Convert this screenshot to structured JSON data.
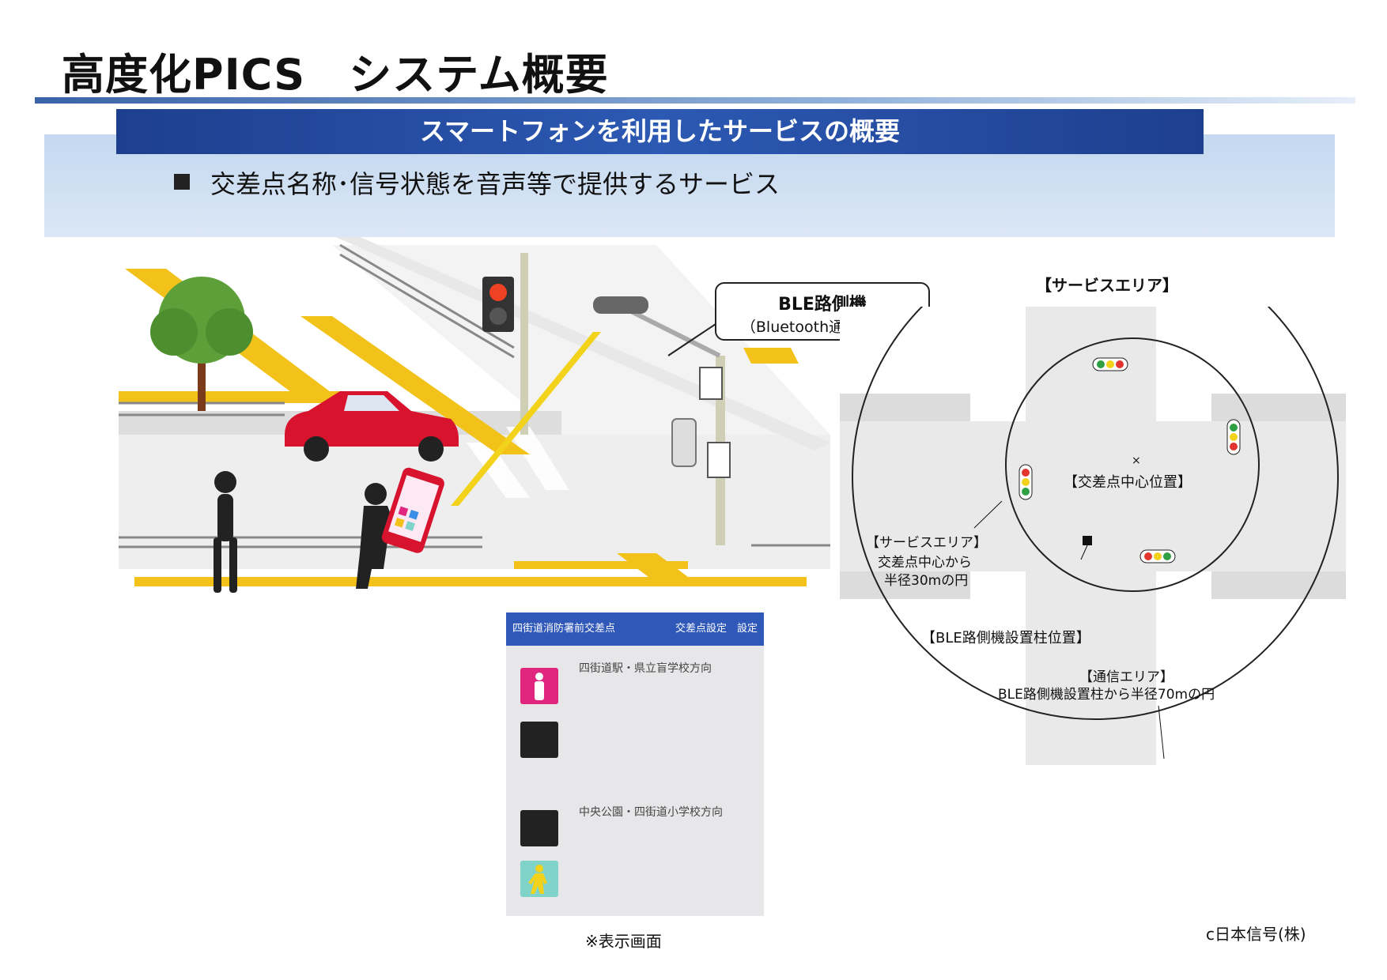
{
  "title": "高度化PICS　システム概要",
  "header": "スマートフォンを利用したサービスの概要",
  "bullet": "交差点名称･信号状態を音声等で提供するサービス",
  "ble_callout": {
    "line1": "BLE路側機",
    "line2": "（Bluetooth通信装置）"
  },
  "service_area_title": "【サービスエリア】",
  "map_labels": {
    "center": "【交差点中心位置】",
    "service_area_title": "【サービスエリア】",
    "service_area_l1": "交差点中心から",
    "service_area_l2": "半径30mの円",
    "ble_pole": "【BLE路側機設置柱位置】",
    "comm_area_title": "【通信エリア】",
    "comm_area_desc": "BLE路側機設置柱から半径70mの円",
    "center_mark": "×"
  },
  "phone_screen": {
    "intersection_name": "四街道消防署前交差点",
    "settings": "交差点設定　設定",
    "direction1": "四街道駅・県立盲学校方向",
    "direction2": "中央公園・四街道小学校方向"
  },
  "caption": "※表示画面",
  "copyright": "c日本信号(株)",
  "colors": {
    "header_blue": "#1e3f8e",
    "band": "#cfe0f2",
    "pedestrian_red": "#e0267f",
    "pedestrian_green": "#7fd3c8",
    "tactile_yellow": "#f2c21b"
  }
}
